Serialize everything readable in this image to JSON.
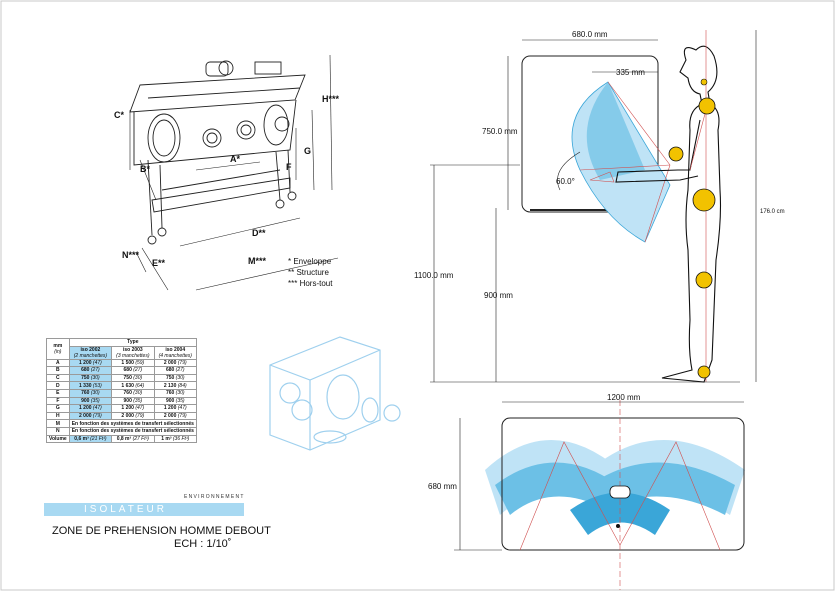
{
  "legend": {
    "envelope": "* Enveloppe",
    "structure": "** Structure",
    "overall": "*** Hors-tout"
  },
  "iso_labels": {
    "A": "A*",
    "B": "B*",
    "C": "C*",
    "D": "D**",
    "E": "E**",
    "F": "F",
    "G": "G",
    "H": "H***",
    "M": "M***",
    "N": "N***"
  },
  "side_view": {
    "top_width": "680.0 mm",
    "port_offset": "335 mm",
    "window_height": "750.0 mm",
    "angle": "60.0°",
    "total_height": "1100.0 mm",
    "port_height": "900 mm",
    "human_height": "176.0 cm"
  },
  "top_view": {
    "width": "1200 mm",
    "depth": "680 mm"
  },
  "table": {
    "unit_label": "mm",
    "unit_sub": "(in)",
    "type_label": "Type",
    "columns": [
      {
        "name": "iso 2002",
        "sub": "(2 manchettes)"
      },
      {
        "name": "iso 2003",
        "sub": "(3 manchettes)"
      },
      {
        "name": "iso 2004",
        "sub": "(4 manchettes)"
      }
    ],
    "rows": [
      {
        "key": "A",
        "cells": [
          [
            "1 200",
            "(47)"
          ],
          [
            "1 500",
            "(59)"
          ],
          [
            "2 000",
            "(79)"
          ]
        ]
      },
      {
        "key": "B",
        "cells": [
          [
            "680",
            "(27)"
          ],
          [
            "680",
            "(27)"
          ],
          [
            "680",
            "(27)"
          ]
        ]
      },
      {
        "key": "C",
        "cells": [
          [
            "750",
            "(30)"
          ],
          [
            "750",
            "(30)"
          ],
          [
            "750",
            "(30)"
          ]
        ]
      },
      {
        "key": "D",
        "cells": [
          [
            "1 330",
            "(53)"
          ],
          [
            "1 630",
            "(64)"
          ],
          [
            "2 130",
            "(84)"
          ]
        ]
      },
      {
        "key": "E",
        "cells": [
          [
            "760",
            "(30)"
          ],
          [
            "760",
            "(30)"
          ],
          [
            "760",
            "(30)"
          ]
        ]
      },
      {
        "key": "F",
        "cells": [
          [
            "900",
            "(35)"
          ],
          [
            "900",
            "(35)"
          ],
          [
            "900",
            "(35)"
          ]
        ]
      },
      {
        "key": "G",
        "cells": [
          [
            "1 200",
            "(47)"
          ],
          [
            "1 200",
            "(47)"
          ],
          [
            "1 200",
            "(47)"
          ]
        ]
      },
      {
        "key": "H",
        "cells": [
          [
            "2 000",
            "(79)"
          ],
          [
            "2 000",
            "(79)"
          ],
          [
            "2 000",
            "(79)"
          ]
        ]
      }
    ],
    "span_rows": [
      {
        "key": "M",
        "text": "En fonction des systèmes de transfert sélectionnés"
      },
      {
        "key": "N",
        "text": "En fonction des systèmes de transfert sélectionnés"
      }
    ],
    "volume": {
      "key": "Volume",
      "cells": [
        [
          "0,6 m³",
          "(21 Ft³)"
        ],
        [
          "0,8 m³",
          "(27 Ft³)"
        ],
        [
          "1 m³",
          "(36 Ft³)"
        ]
      ]
    }
  },
  "title_block": {
    "category": "ENVIRONNEMENT",
    "title": "ISOLATEUR",
    "subtitle": "ZONE  DE PREHENSION HOMME DEBOUT",
    "scale": "ECH : 1/10˚"
  },
  "colors": {
    "accent_blue": "#a8d9f2",
    "reach_blue": "#3aa6d8",
    "reach_red": "#d05050",
    "marker_yellow": "#f2c200"
  }
}
